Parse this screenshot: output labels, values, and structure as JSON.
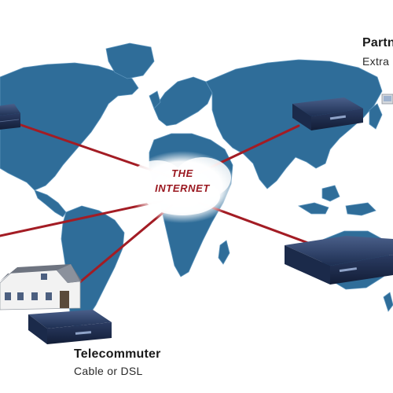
{
  "center": {
    "line1": "THE",
    "line2": "INTERNET"
  },
  "partner": {
    "title": "Partn",
    "subtitle": "Extra"
  },
  "telecommuter": {
    "title": "Telecommuter",
    "subtitle": "Cable or DSL"
  },
  "colors": {
    "map": "#2f6d99",
    "map_highlight": "#5b93bb",
    "link_line": "#a31c24",
    "cloud": "#ffffff",
    "device_body": "#24375d",
    "internet_text": "#9a1820"
  },
  "icons": [
    "world-map",
    "internet-cloud",
    "router",
    "house",
    "server"
  ]
}
